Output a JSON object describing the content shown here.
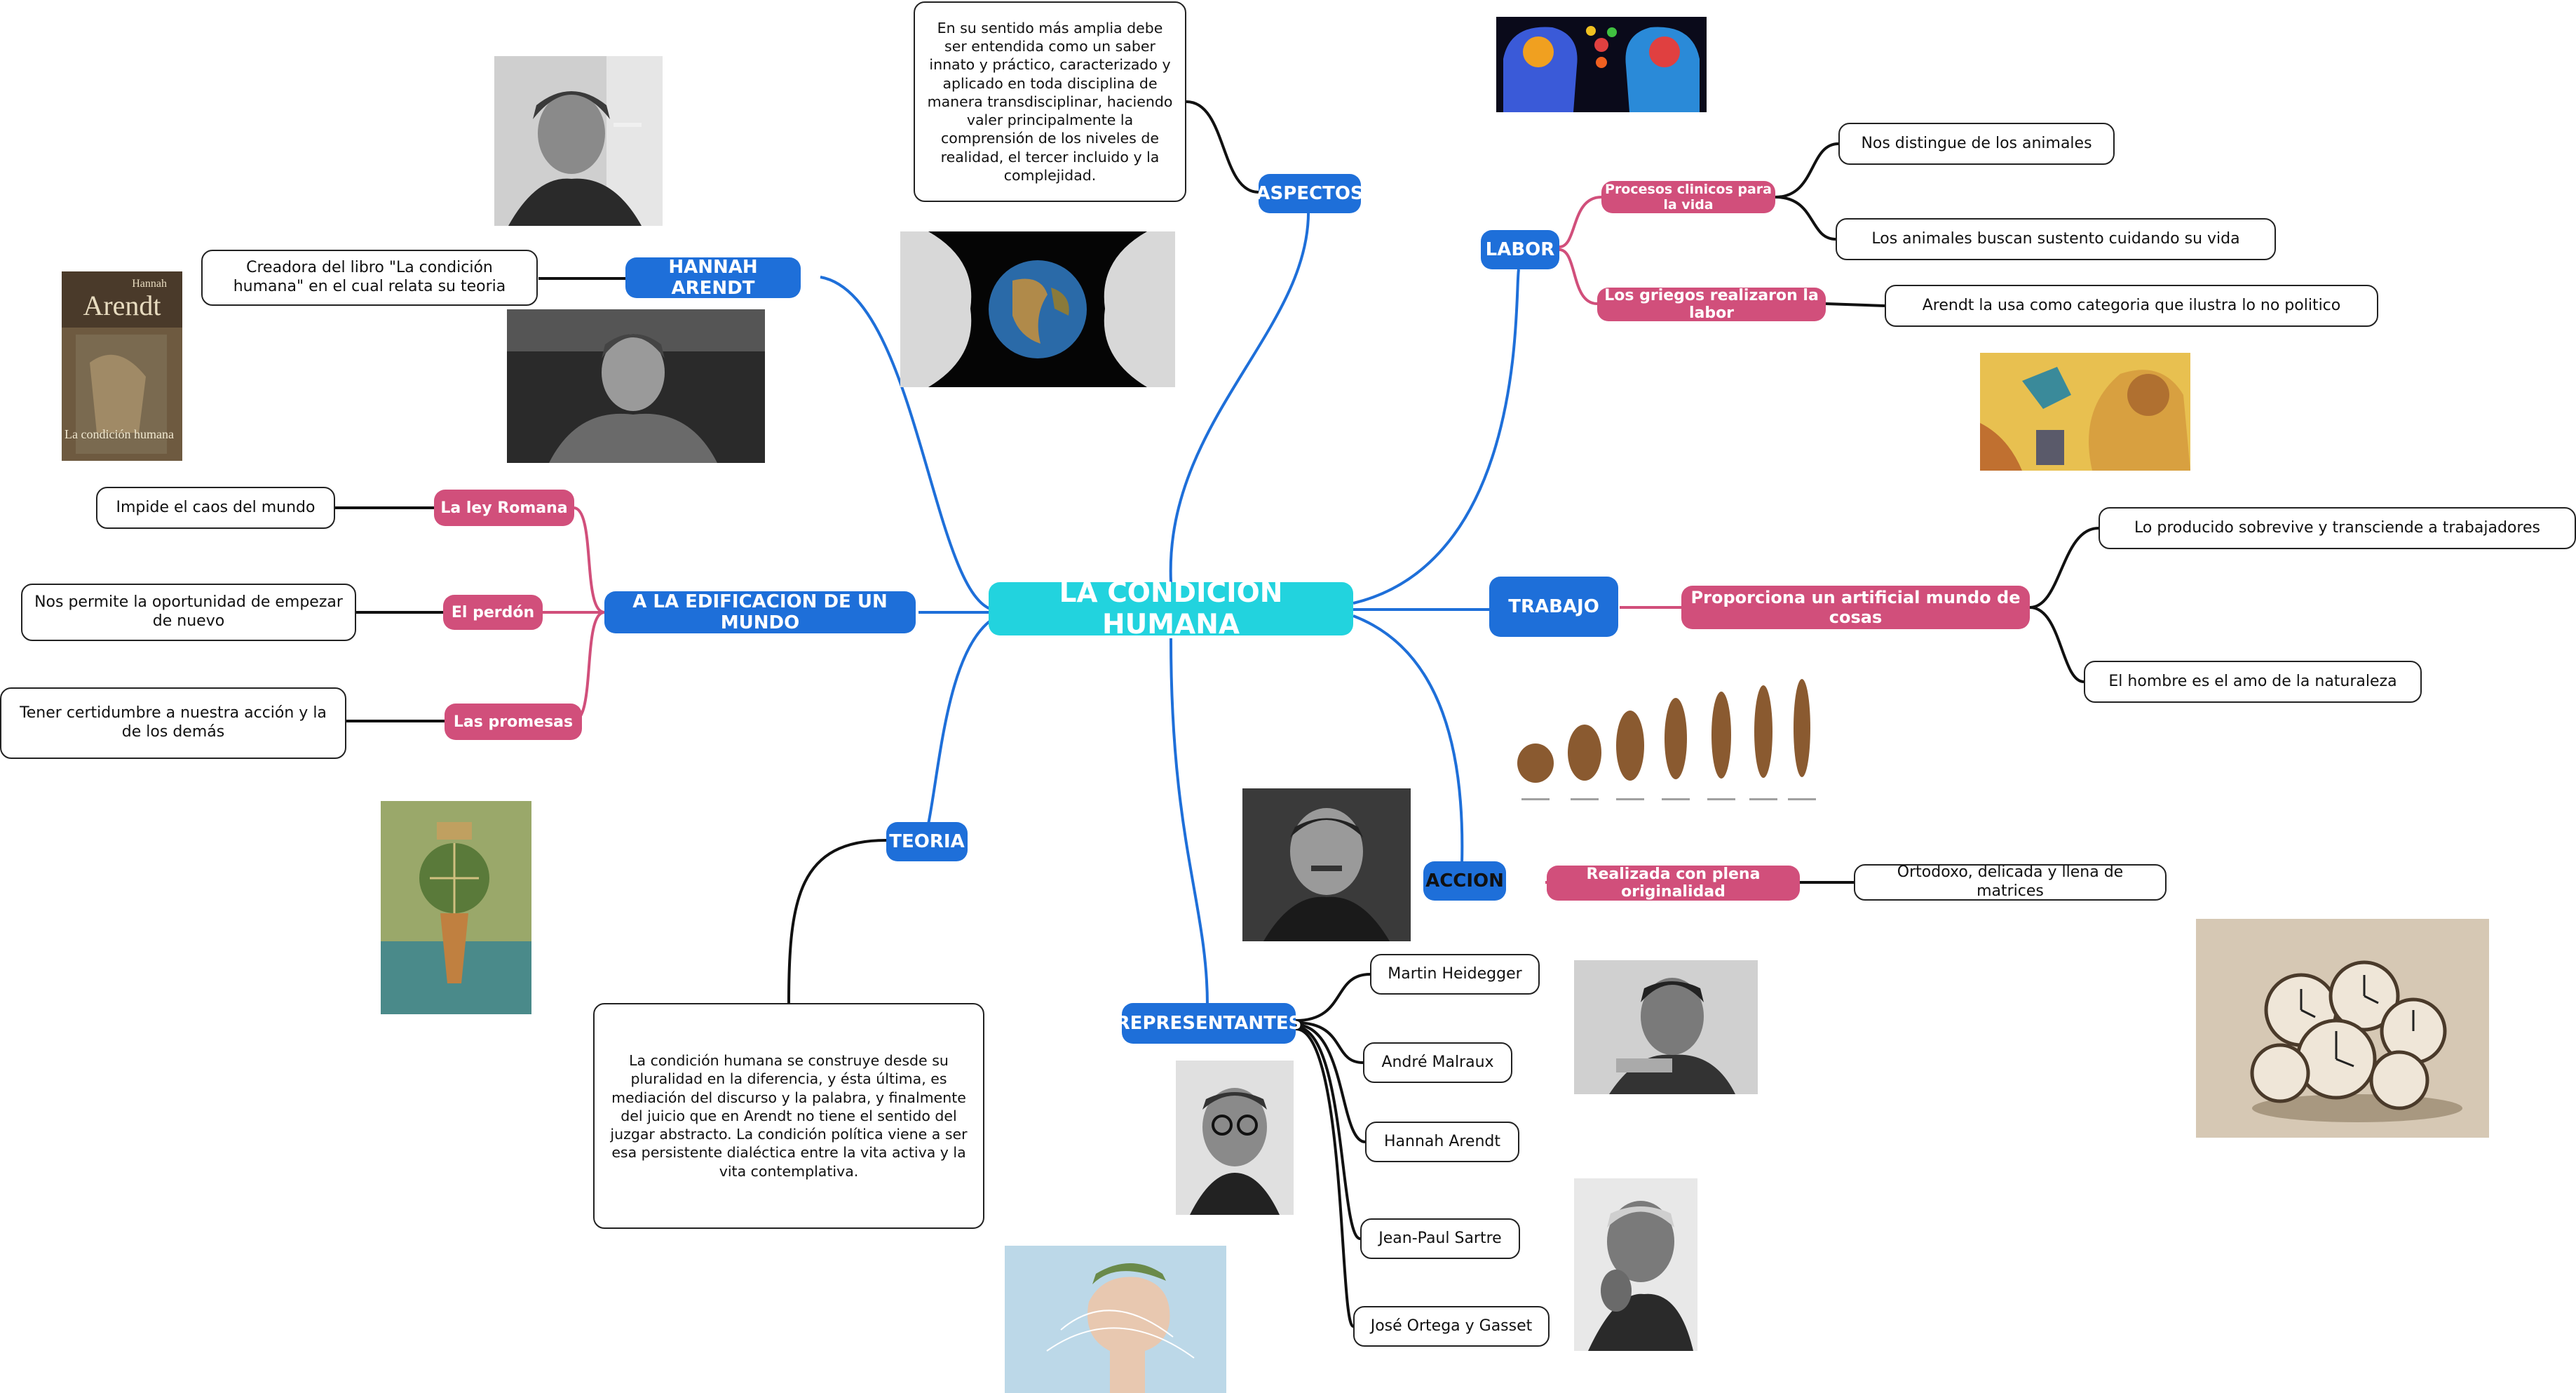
{
  "central": {
    "label": "LA CONDICION HUMANA"
  },
  "branches": {
    "aspectos": {
      "label": "ASPECTOS",
      "note": "En su sentido más amplia debe ser entendida como un saber innato y práctico, caracterizado y aplicado en toda disciplina de manera transdisciplinar, haciendo valer principalmente la comprensión de los niveles de realidad, el tercer incluido y la complejidad."
    },
    "hannah": {
      "label": "HANNAH ARENDT",
      "note": "Creadora del libro \"La condición humana\" en el cual relata su teoria"
    },
    "edificacion": {
      "label": "A LA EDIFICACION DE UN MUNDO",
      "subs": [
        {
          "label": "La ley Romana",
          "note": "Impide el caos del mundo"
        },
        {
          "label": "El perdón",
          "note": "Nos permite la oportunidad de empezar de nuevo"
        },
        {
          "label": "Las promesas",
          "note": "Tener certidumbre a nuestra acción y la de los demás"
        }
      ]
    },
    "teoria": {
      "label": "TEORIA",
      "note": "La condición humana se construye desde su pluralidad en la diferencia, y ésta última, es mediación del discurso y la palabra, y finalmente del juicio que en Arendt no tiene el sentido del juzgar abstracto. La condición política viene a ser esa persistente dialéctica entre la vita activa y la vita contemplativa."
    },
    "representantes": {
      "label": "REPRESENTANTES",
      "items": [
        "Martin Heidegger",
        "André Malraux",
        "Hannah Arendt",
        "Jean-Paul Sartre",
        "José Ortega y Gasset"
      ]
    },
    "labor": {
      "label": "LABOR",
      "subs": [
        {
          "label": "Procesos clinicos para la vida",
          "notes": [
            "Nos distingue de los animales",
            "Los animales buscan sustento cuidando su vida"
          ]
        },
        {
          "label": "Los griegos realizaron la labor",
          "notes": [
            "Arendt la usa como categoria que ilustra lo no politico"
          ]
        }
      ]
    },
    "trabajo": {
      "label": "TRABAJO",
      "sub": {
        "label": "Proporciona un artificial mundo de cosas",
        "notes": [
          "Lo producido sobrevive y transciende a trabajadores",
          "El hombre es el amo de la naturaleza"
        ]
      }
    },
    "accion": {
      "label": "ACCION",
      "sub": {
        "label": "Realizada con plena originalidad",
        "notes": [
          "Ortodoxo, delicada y llena de matrices"
        ]
      }
    }
  },
  "book_cover": {
    "author": "Hannah",
    "surname": "Arendt",
    "title": "La condición humana"
  },
  "colors": {
    "central": "#22d3de",
    "main_branch": "#1e6fd9",
    "sub_branch": "#d14f7b",
    "leaf_border": "#222222"
  }
}
